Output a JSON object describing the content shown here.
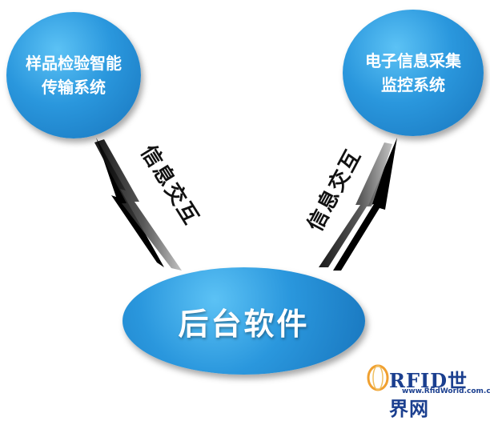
{
  "nodes": {
    "left": {
      "line1": "样品检验智能",
      "line2": "传输系统"
    },
    "right": {
      "line1": "电子信息采集",
      "line2": "监控系统"
    },
    "bottom": {
      "label": "后台软件"
    }
  },
  "edges": {
    "left_label": "信息交互",
    "right_label": "信息交互"
  },
  "watermark": {
    "brand": "RFID世界网",
    "url": "www.RfidWorld.com.cn"
  },
  "colors": {
    "node_fill": "#2a97dd",
    "node_highlight": "#5cc2f5",
    "arrow": "#000000",
    "watermark": "#1b3f8f"
  }
}
